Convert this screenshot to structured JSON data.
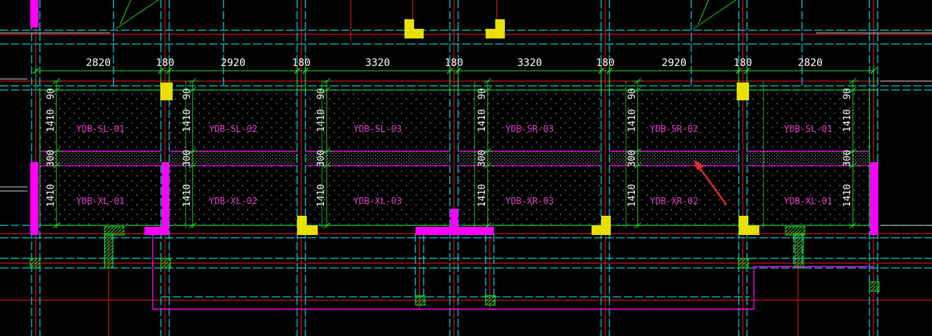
{
  "colors": {
    "background": "#000000",
    "grid_red": "#d01818",
    "wall_cyan": "#00d8e0",
    "dim_green": "#22e022",
    "beam_magenta": "#ff00ff",
    "column_yellow": "#e8e000",
    "label_pink": "#e040c8",
    "arrow_red": "#e03030"
  },
  "top_dimensions": [
    "2820",
    "180",
    "2920",
    "180",
    "3320",
    "180",
    "3320",
    "180",
    "2920",
    "180",
    "2820"
  ],
  "panel_dims": {
    "top_strip": "90",
    "upper_span": "1410",
    "seam": "300",
    "lower_span": "1410"
  },
  "upper_labels": [
    "YDB-SL-01",
    "YDB-SL-02",
    "YDB-SL-03",
    "YDB-SR-03",
    "YDB-SR-02",
    "YDB-SL-01"
  ],
  "lower_labels": [
    "YDB-XL-01",
    "YDB-XL-02",
    "YDB-XL-03",
    "YDB-XR-03",
    "YDB-XR-02",
    "YDB-XL-01"
  ],
  "annotation": {
    "icon": "red-arrow-icon"
  }
}
